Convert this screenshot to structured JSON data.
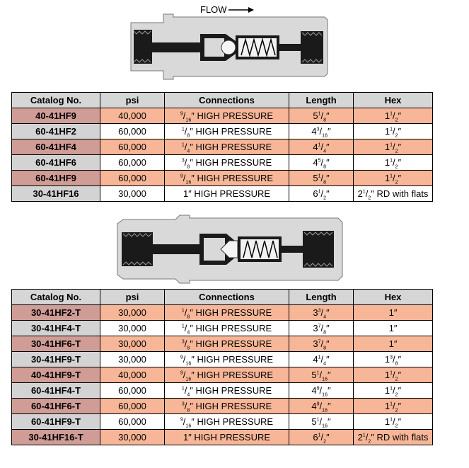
{
  "diagram_top": {
    "flow_label": "FLOW"
  },
  "table1": {
    "headers": [
      "Catalog No.",
      "psi",
      "Connections",
      "Length",
      "Hex"
    ],
    "rows": [
      {
        "catalog": "40-41HF9",
        "psi": "40,000",
        "connection_size": {
          "num": "9",
          "den": "16"
        },
        "connection_type": "HIGH PRESSURE",
        "length": {
          "whole": "5",
          "num": "1",
          "den": "8"
        },
        "hex": {
          "whole": "1",
          "num": "1",
          "den": "2",
          "suffix": ""
        }
      },
      {
        "catalog": "60-41HF2",
        "psi": "60,000",
        "connection_size": {
          "num": "1",
          "den": "8"
        },
        "connection_type": "HIGH PRESSURE",
        "length": {
          "whole": "4",
          "num": "3",
          "den": "16"
        },
        "hex": {
          "whole": "1",
          "num": "1",
          "den": "2",
          "suffix": ""
        }
      },
      {
        "catalog": "60-41HF4",
        "psi": "60,000",
        "connection_size": {
          "num": "1",
          "den": "4"
        },
        "connection_type": "HIGH PRESSURE",
        "length": {
          "whole": "4",
          "num": "1",
          "den": "4"
        },
        "hex": {
          "whole": "1",
          "num": "1",
          "den": "2",
          "suffix": ""
        }
      },
      {
        "catalog": "60-41HF6",
        "psi": "60,000",
        "connection_size": {
          "num": "3",
          "den": "8"
        },
        "connection_type": "HIGH PRESSURE",
        "length": {
          "whole": "4",
          "num": "5",
          "den": "8"
        },
        "hex": {
          "whole": "1",
          "num": "1",
          "den": "2",
          "suffix": ""
        }
      },
      {
        "catalog": "60-41HF9",
        "psi": "60,000",
        "connection_size": {
          "num": "9",
          "den": "16"
        },
        "connection_type": "HIGH PRESSURE",
        "length": {
          "whole": "5",
          "num": "1",
          "den": "8"
        },
        "hex": {
          "whole": "1",
          "num": "1",
          "den": "2",
          "suffix": ""
        }
      },
      {
        "catalog": "30-41HF16",
        "psi": "30,000",
        "connection_size": {
          "whole": "1"
        },
        "connection_type": "HIGH PRESSURE",
        "length": {
          "whole": "6",
          "num": "1",
          "den": "2"
        },
        "hex": {
          "whole": "2",
          "num": "1",
          "den": "2",
          "suffix": "RD with flats"
        }
      }
    ]
  },
  "table2": {
    "headers": [
      "Catalog No.",
      "psi",
      "Connections",
      "Length",
      "Hex"
    ],
    "rows": [
      {
        "catalog": "30-41HF2-T",
        "psi": "30,000",
        "connection_size": {
          "num": "1",
          "den": "8"
        },
        "connection_type": "HIGH PRESSURE",
        "length": {
          "whole": "3",
          "num": "3",
          "den": "4"
        },
        "hex": {
          "whole": "1",
          "suffix": ""
        }
      },
      {
        "catalog": "30-41HF4-T",
        "psi": "30,000",
        "connection_size": {
          "num": "1",
          "den": "4"
        },
        "connection_type": "HIGH PRESSURE",
        "length": {
          "whole": "3",
          "num": "7",
          "den": "8"
        },
        "hex": {
          "whole": "1",
          "suffix": ""
        }
      },
      {
        "catalog": "30-41HF6-T",
        "psi": "30,000",
        "connection_size": {
          "num": "3",
          "den": "8"
        },
        "connection_type": "HIGH PRESSURE",
        "length": {
          "whole": "3",
          "num": "7",
          "den": "8"
        },
        "hex": {
          "whole": "1",
          "suffix": ""
        }
      },
      {
        "catalog": "30-41HF9-T",
        "psi": "30,000",
        "connection_size": {
          "num": "9",
          "den": "16"
        },
        "connection_type": "HIGH PRESSURE",
        "length": {
          "whole": "4",
          "num": "1",
          "den": "4"
        },
        "hex": {
          "whole": "1",
          "num": "3",
          "den": "8",
          "suffix": ""
        }
      },
      {
        "catalog": "40-41HF9-T",
        "psi": "40,000",
        "connection_size": {
          "num": "9",
          "den": "16"
        },
        "connection_type": "HIGH PRESSURE",
        "length": {
          "whole": "5",
          "num": "1",
          "den": "16"
        },
        "hex": {
          "whole": "1",
          "num": "1",
          "den": "2",
          "suffix": ""
        }
      },
      {
        "catalog": "60-41HF4-T",
        "psi": "60,000",
        "connection_size": {
          "num": "1",
          "den": "4"
        },
        "connection_type": "HIGH PRESSURE",
        "length": {
          "whole": "4",
          "num": "9",
          "den": "16"
        },
        "hex": {
          "whole": "1",
          "num": "1",
          "den": "2",
          "suffix": ""
        }
      },
      {
        "catalog": "60-41HF6-T",
        "psi": "60,000",
        "connection_size": {
          "num": "3",
          "den": "8"
        },
        "connection_type": "HIGH PRESSURE",
        "length": {
          "whole": "4",
          "num": "9",
          "den": "16"
        },
        "hex": {
          "whole": "1",
          "num": "1",
          "den": "2",
          "suffix": ""
        }
      },
      {
        "catalog": "60-41HF9-T",
        "psi": "60,000",
        "connection_size": {
          "num": "9",
          "den": "16"
        },
        "connection_type": "HIGH PRESSURE",
        "length": {
          "whole": "5",
          "num": "1",
          "den": "16"
        },
        "hex": {
          "whole": "1",
          "num": "1",
          "den": "2",
          "suffix": ""
        }
      },
      {
        "catalog": "30-41HF16-T",
        "psi": "30,000",
        "connection_size": {
          "whole": "1"
        },
        "connection_type": "HIGH PRESSURE",
        "length": {
          "whole": "6",
          "num": "1",
          "den": "2"
        },
        "hex": {
          "whole": "2",
          "num": "1",
          "den": "2",
          "suffix": "RD with flats"
        }
      }
    ]
  },
  "colors": {
    "row_highlight": "#f7b697",
    "catalog_highlight": "#cf9c96",
    "catalog_plain": "#d3d3d3",
    "header_bg": "#d6d6d6",
    "metal_grey": "#d9d9d9",
    "dark": "#1a1a1a"
  }
}
